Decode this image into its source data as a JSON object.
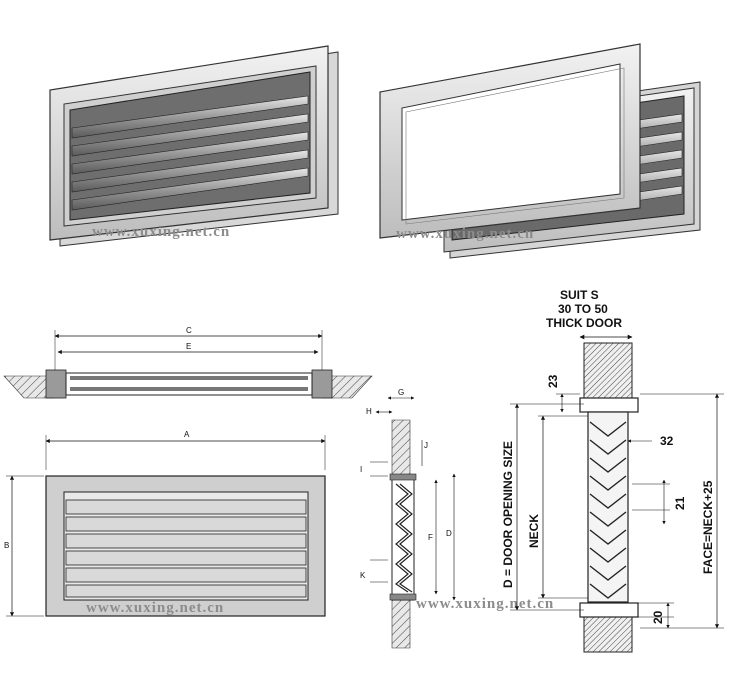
{
  "watermark": "www.xuxing.net.cn",
  "front_elevation": {
    "labels": {
      "c": "C",
      "e": "E",
      "a": "A",
      "b": "B"
    }
  },
  "side_section": {
    "labels": {
      "g": "G",
      "h": "H",
      "j": "J",
      "i": "I",
      "f": "F",
      "d": "D",
      "k": "K"
    }
  },
  "door_detail": {
    "suits_line1": "SUIT S",
    "suits_line2": "30 TO 50",
    "suits_line3": "THICK DOOR",
    "dim_23": "23",
    "dim_32": "32",
    "dim_21": "21",
    "dim_20": "20",
    "label_door_opening": "D = DOOR OPENING SIZE",
    "label_neck": "NECK",
    "label_face": "FACE=NECK+25"
  }
}
